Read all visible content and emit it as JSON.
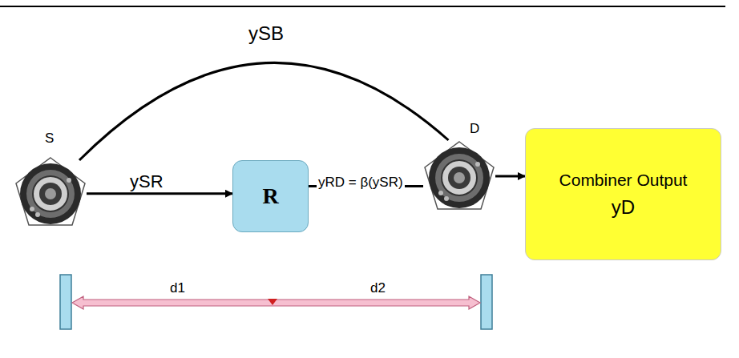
{
  "diagram": {
    "nodes": [
      {
        "text": [
          "S"
        ]
      },
      {
        "text": [
          "R"
        ]
      },
      {
        "text": [
          "D"
        ]
      },
      {
        "text": [
          "Combiner Output",
          "yD"
        ]
      }
    ],
    "edges": [
      {
        "from": 0,
        "to": 1,
        "arrow": "to",
        "label": "ySR"
      },
      {
        "from": 1,
        "to": 2,
        "arrow": "none",
        "label": "yRD = β(ySR)"
      },
      {
        "from": 0,
        "to": 2,
        "arrow": "none",
        "label": "ySB"
      },
      {
        "from": 2,
        "to": 3,
        "arrow": "to"
      }
    ],
    "labels": [
      "d1",
      "d2"
    ]
  }
}
